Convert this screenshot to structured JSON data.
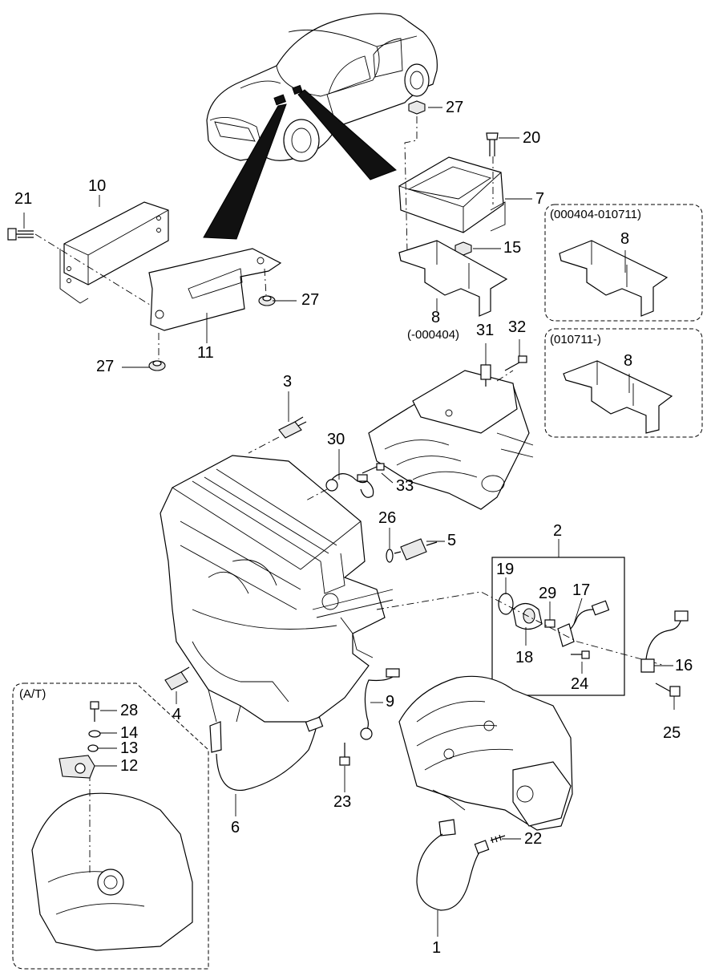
{
  "callouts": [
    {
      "id": "c27a",
      "text": "27"
    },
    {
      "id": "c20",
      "text": "20"
    },
    {
      "id": "c21",
      "text": "21"
    },
    {
      "id": "c10",
      "text": "10"
    },
    {
      "id": "c7",
      "text": "7"
    },
    {
      "id": "c15",
      "text": "15"
    },
    {
      "id": "c27b",
      "text": "27"
    },
    {
      "id": "c8a",
      "text": "8"
    },
    {
      "id": "c11",
      "text": "11"
    },
    {
      "id": "c27c",
      "text": "27"
    },
    {
      "id": "c31",
      "text": "31"
    },
    {
      "id": "c32",
      "text": "32"
    },
    {
      "id": "c3",
      "text": "3"
    },
    {
      "id": "c30",
      "text": "30"
    },
    {
      "id": "c33",
      "text": "33"
    },
    {
      "id": "c26",
      "text": "26"
    },
    {
      "id": "c5",
      "text": "5"
    },
    {
      "id": "c2",
      "text": "2"
    },
    {
      "id": "c19",
      "text": "19"
    },
    {
      "id": "c29",
      "text": "29"
    },
    {
      "id": "c17",
      "text": "17"
    },
    {
      "id": "c18",
      "text": "18"
    },
    {
      "id": "c16",
      "text": "16"
    },
    {
      "id": "c24",
      "text": "24"
    },
    {
      "id": "c25",
      "text": "25"
    },
    {
      "id": "c4",
      "text": "4"
    },
    {
      "id": "c9",
      "text": "9"
    },
    {
      "id": "c28",
      "text": "28"
    },
    {
      "id": "c14",
      "text": "14"
    },
    {
      "id": "c13",
      "text": "13"
    },
    {
      "id": "c12",
      "text": "12"
    },
    {
      "id": "c23",
      "text": "23"
    },
    {
      "id": "c6",
      "text": "6"
    },
    {
      "id": "c22",
      "text": "22"
    },
    {
      "id": "c1",
      "text": "1"
    },
    {
      "id": "c8b",
      "text": "8"
    },
    {
      "id": "c8c",
      "text": "8"
    }
  ],
  "variant_labels": {
    "bracket_early": "(-000404)",
    "box_mid": "(000404-010711)",
    "box_late": "(010711-)",
    "at_box": "(A/T)"
  }
}
